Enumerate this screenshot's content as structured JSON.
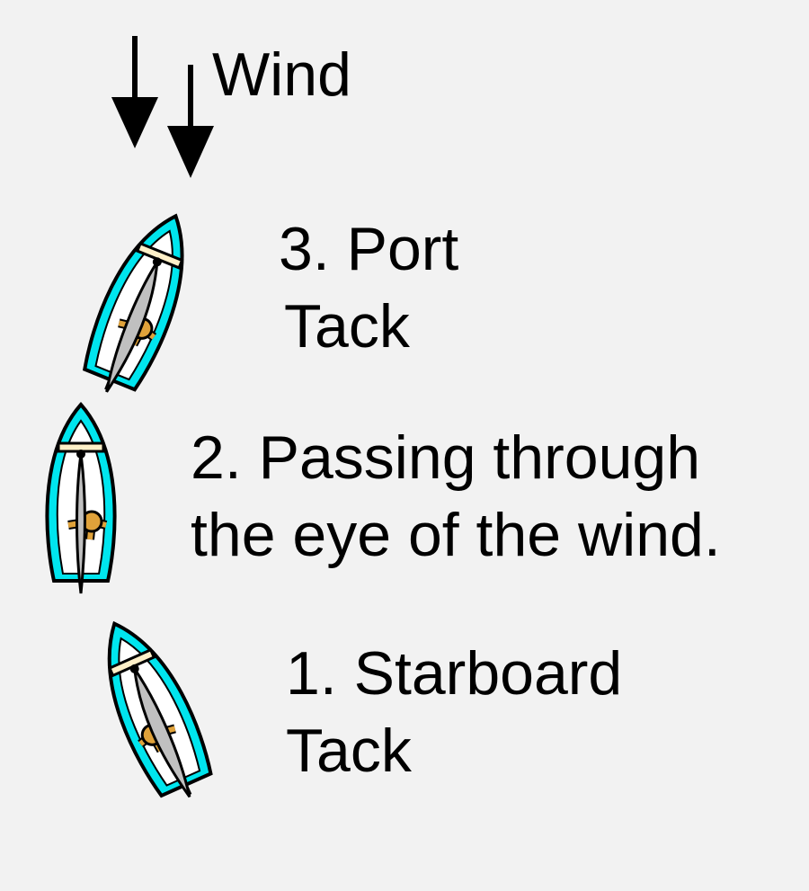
{
  "wind": {
    "label": "Wind",
    "arrow_count": 2
  },
  "steps": [
    {
      "number": "3.",
      "line1": "3. Port",
      "line2": "Tack"
    },
    {
      "number": "2.",
      "line1": "2. Passing through",
      "line2": "the eye of the wind."
    },
    {
      "number": "1.",
      "line1": "1. Starboard",
      "line2": "Tack"
    }
  ],
  "colors": {
    "background": "#f2f2f2",
    "hull": "#00e5ee",
    "deck": "#ffffff",
    "sail": "#c0c0c0",
    "crew": "#e0a23a",
    "bench": "#fff0c8",
    "arrow": "#000000",
    "text": "#000000"
  }
}
